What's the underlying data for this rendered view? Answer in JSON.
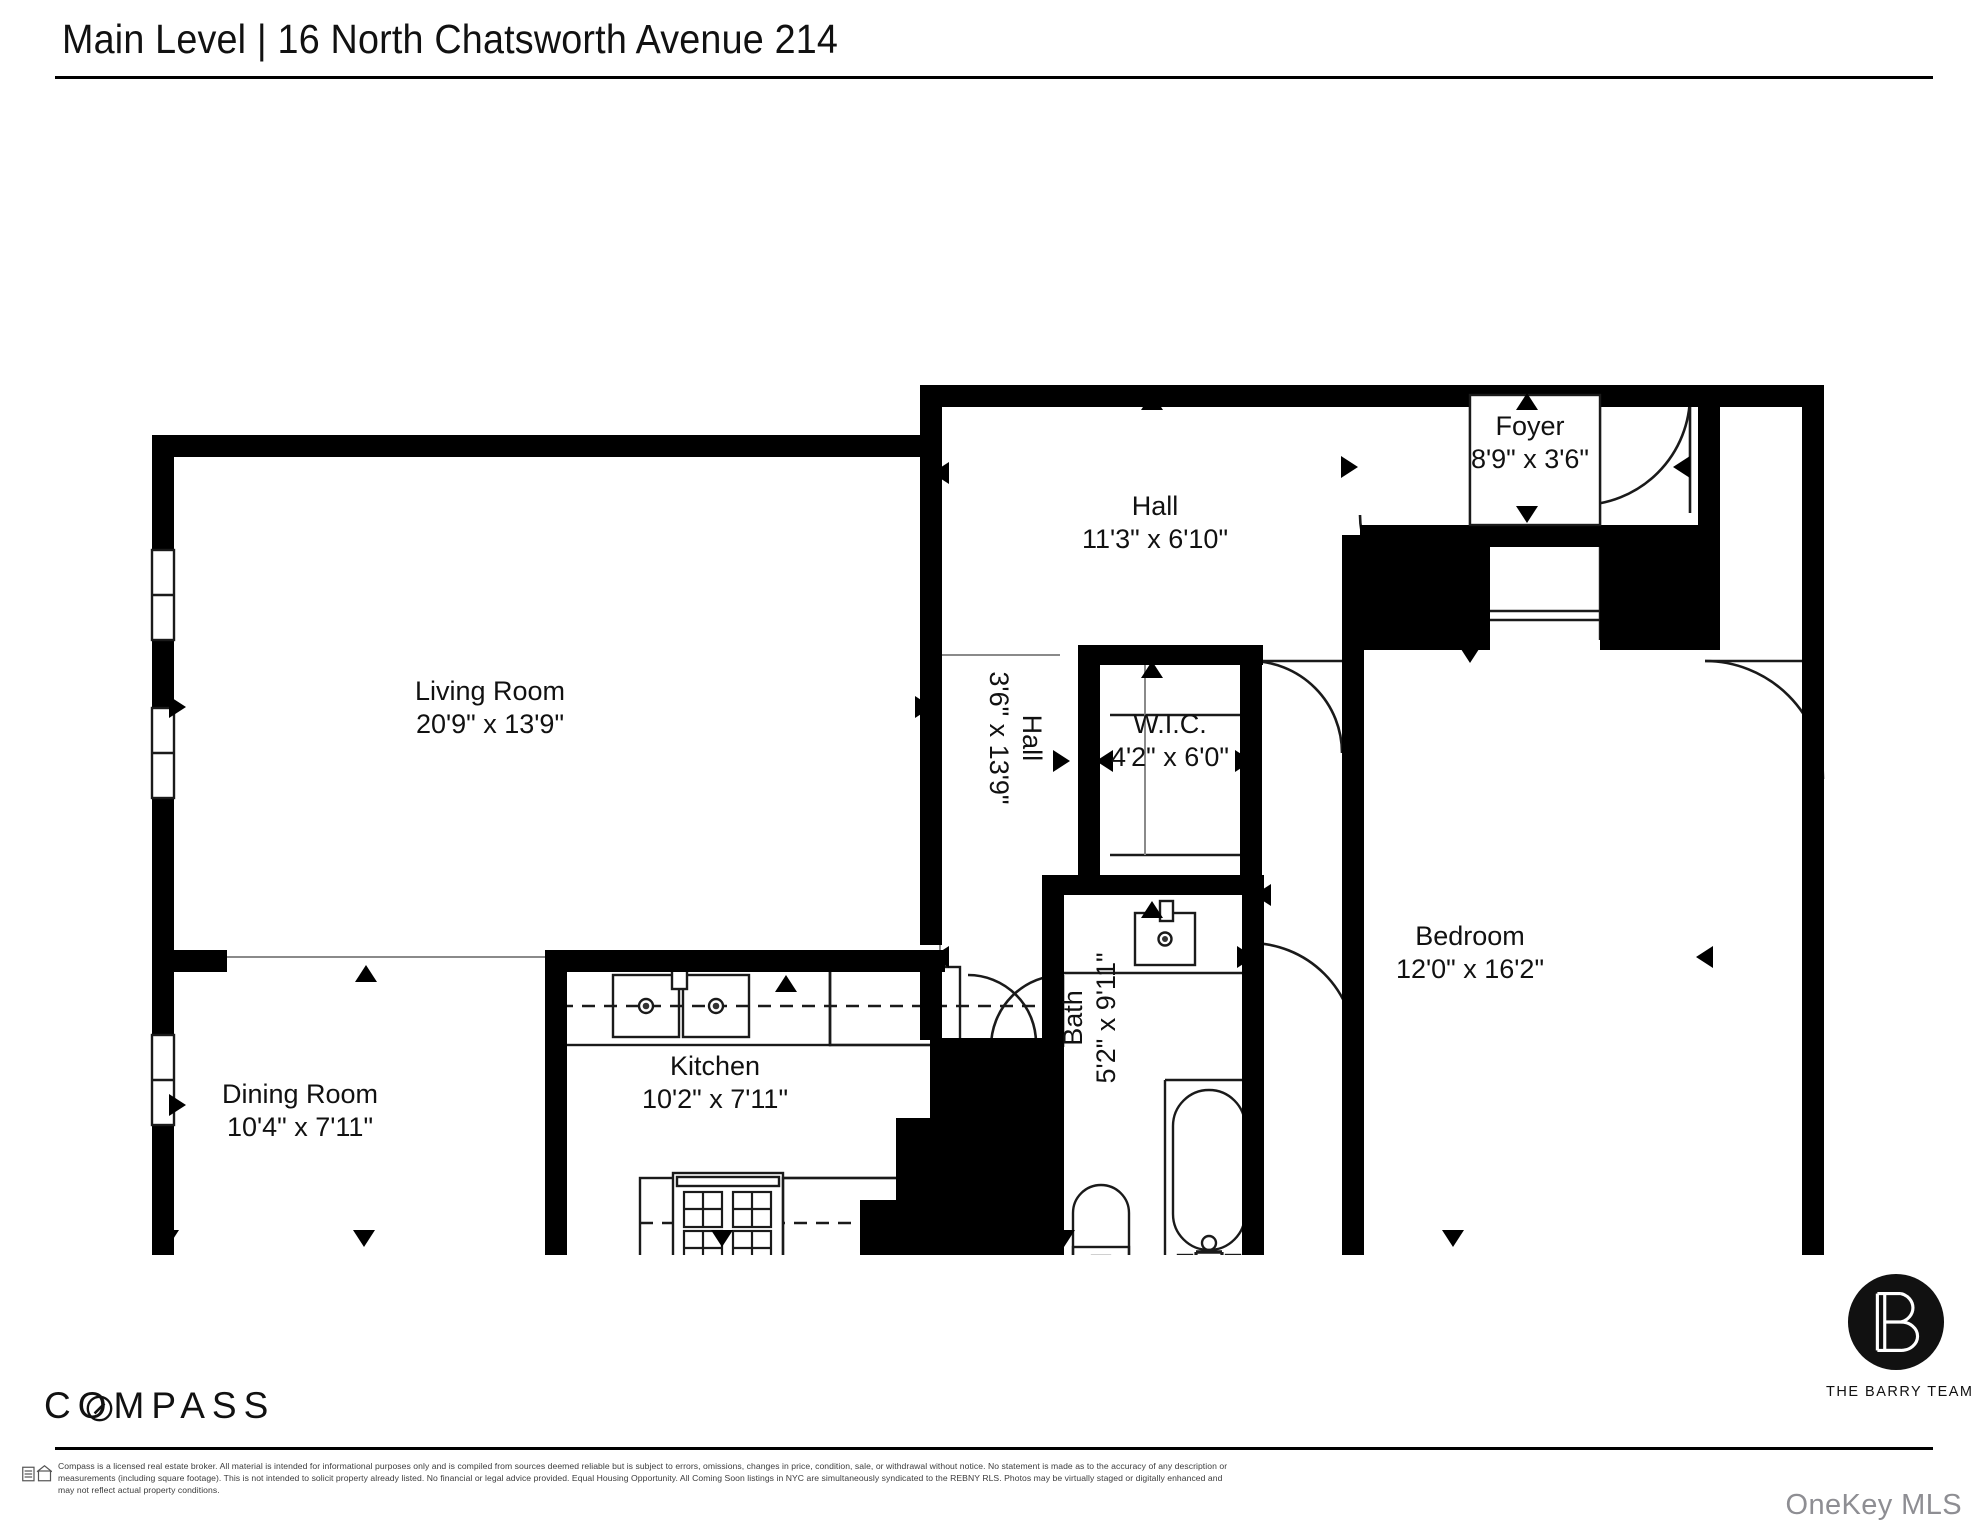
{
  "header": {
    "title": "Main Level | 16 North Chatsworth Avenue 214"
  },
  "rooms": [
    {
      "name": "Living Room",
      "dims": "20'9\" x 13'9\"",
      "orientation": "horizontal"
    },
    {
      "name": "Dining Room",
      "dims": "10'4\" x 7'11\"",
      "orientation": "horizontal"
    },
    {
      "name": "Kitchen",
      "dims": "10'2\" x 7'11\"",
      "orientation": "horizontal"
    },
    {
      "name": "Hall",
      "dims": "11'3\" x 6'10\"",
      "orientation": "horizontal"
    },
    {
      "name": "Hall",
      "dims": "3'6\" x 13'9\"",
      "orientation": "vertical-cw"
    },
    {
      "name": "W.I.C.",
      "dims": "4'2\" x 6'0\"",
      "orientation": "horizontal"
    },
    {
      "name": "Foyer",
      "dims": "8'9\" x 3'6\"",
      "orientation": "horizontal"
    },
    {
      "name": "Bedroom",
      "dims": "12'0\" x 16'2\"",
      "orientation": "horizontal"
    },
    {
      "name": "Bath",
      "dims": "5'2\" x 9'11\"",
      "orientation": "vertical-ccw"
    }
  ],
  "footer": {
    "brand": "COMPASS",
    "disclaimer": "Compass is a licensed real estate broker. All material is intended for informational purposes only and is compiled from sources deemed reliable but is subject to errors, omissions, changes in price, condition, sale, or withdrawal without notice. No statement is made as to the accuracy of any description or measurements (including square footage). This is not intended to solicit property already listed. No financial or legal advice provided. Equal Housing Opportunity. All Coming Soon listings in NYC are simultaneously syndicated to the REBNY RLS. Photos may be virtually staged or digitally enhanced and may not reflect actual property conditions.",
    "team_name": "THE BARRY TEAM",
    "team_initial": "B",
    "mls_watermark": "OneKey MLS"
  },
  "colors": {
    "wall": "#000000",
    "thin_line": "#1a1a1a",
    "background": "#ffffff",
    "watermark": "#8e8e93",
    "disclaimer_text": "#3c3c3c"
  }
}
